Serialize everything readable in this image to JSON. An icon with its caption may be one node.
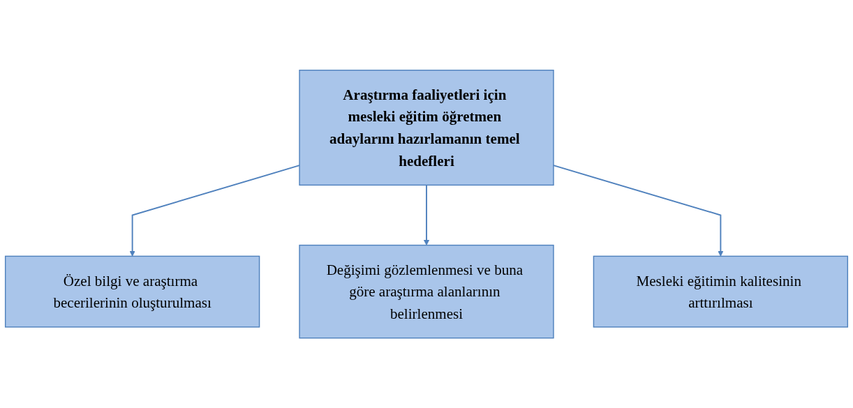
{
  "diagram": {
    "nodes": [
      {
        "text": [
          "Araştırma faaliyetleri için mesleki eğitim öğretmen adaylarını hazırlamanın temel hedefleri"
        ]
      },
      {
        "text": [
          "Özel bilgi ve araştırma becerilerinin oluşturulması"
        ]
      },
      {
        "text": [
          "Değişimi gözlemlenmesi ve buna göre araştırma alanlarının belirlenmesi"
        ]
      },
      {
        "text": [
          "Mesleki eğitimin kalitesinin arttırılması"
        ]
      }
    ],
    "edges": [
      {
        "from": 0,
        "to": 1,
        "arrow": "to"
      },
      {
        "from": 0,
        "to": 2,
        "arrow": "to"
      },
      {
        "from": 0,
        "to": 3,
        "arrow": "to"
      }
    ]
  }
}
